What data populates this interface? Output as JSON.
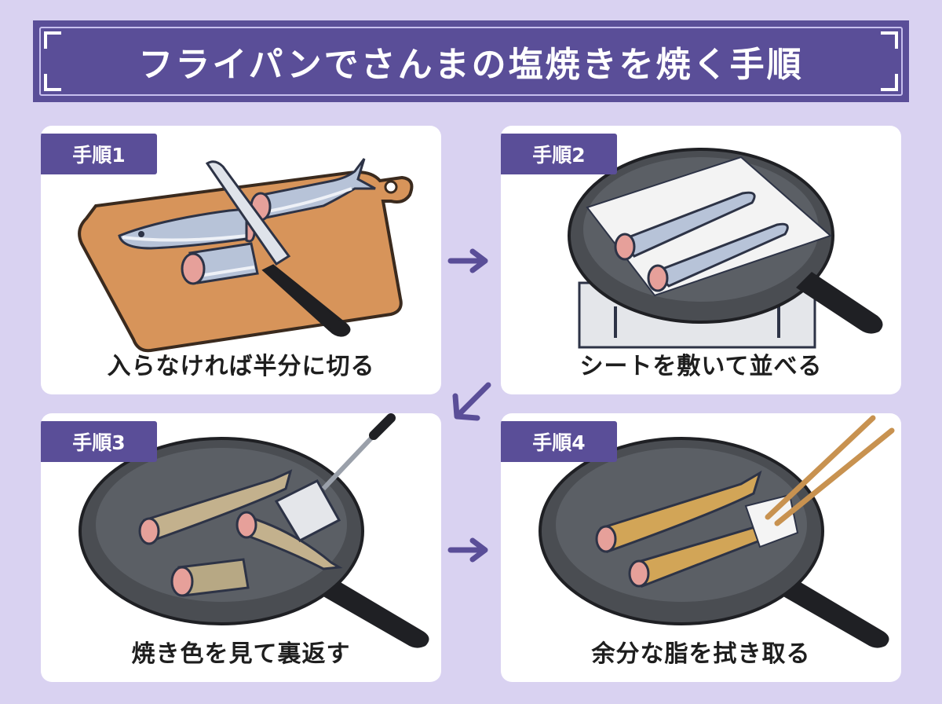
{
  "title": "フライパンでさんまの塩焼きを焼く手順",
  "steps": [
    {
      "tab": "手順1",
      "caption": "入らなければ半分に切る"
    },
    {
      "tab": "手順2",
      "caption": "シートを敷いて並べる"
    },
    {
      "tab": "手順3",
      "caption": "焼き色を見て裏返す"
    },
    {
      "tab": "手順4",
      "caption": "余分な脂を拭き取る"
    }
  ],
  "colors": {
    "background": "#d9d2f1",
    "accent": "#5a4e98",
    "arrow": "#5a4e98"
  }
}
